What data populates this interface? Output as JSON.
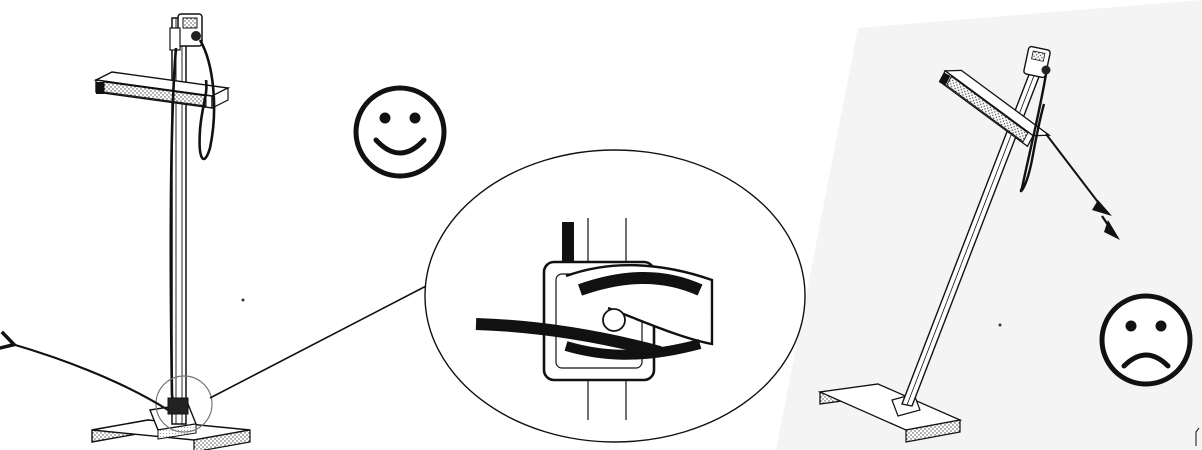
{
  "figure": {
    "panels": [
      {
        "id": "correct-setup",
        "verdict": "happy-face-icon"
      },
      {
        "id": "cable-clip-detail",
        "verdict": ""
      },
      {
        "id": "incorrect-setup",
        "verdict": "sad-face-icon"
      }
    ],
    "colors": {
      "ink": "#111111",
      "paper": "#ffffff",
      "shadow": "#f1f1f1",
      "hatch": "#777777"
    }
  }
}
